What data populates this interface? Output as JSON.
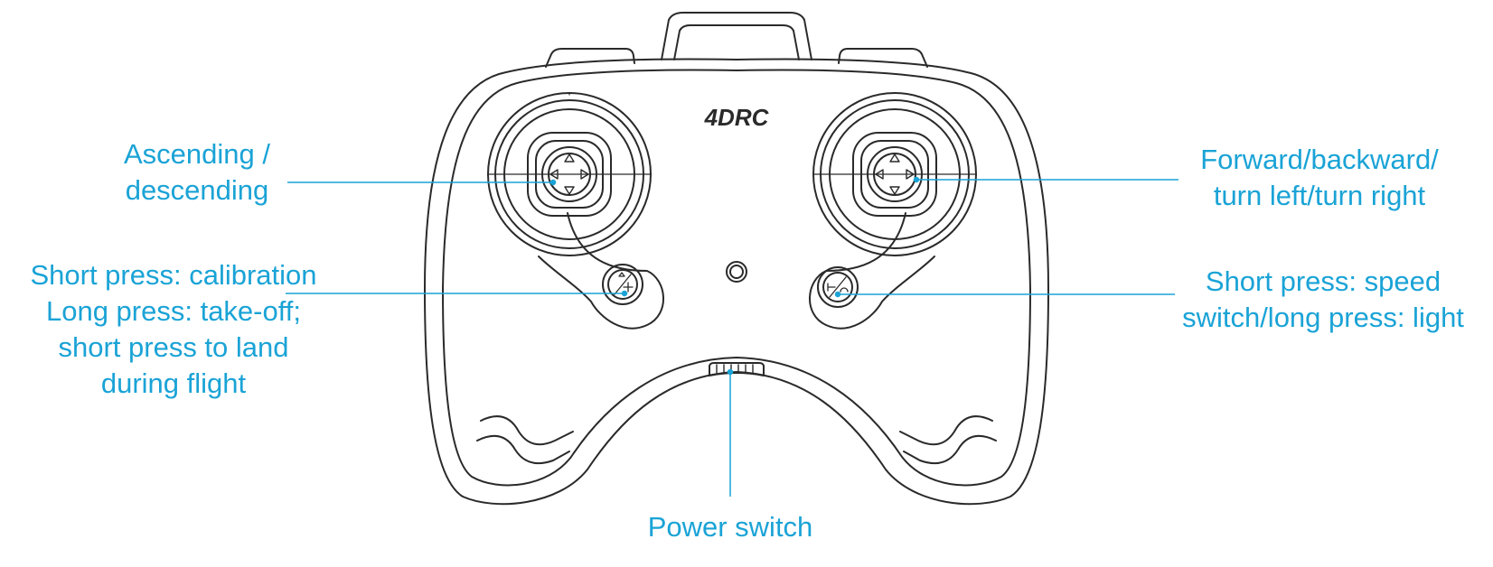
{
  "brand": "4DRC",
  "colors": {
    "accent": "#1aa3d6",
    "outline": "#2a2a2a"
  },
  "labels": {
    "left_stick": [
      "Ascending /",
      "descending"
    ],
    "right_stick": [
      "Forward/backward/",
      "turn left/turn right"
    ],
    "left_button": [
      "Short press: calibration",
      "Long press: take-off;",
      "short press to land",
      "during flight"
    ],
    "right_button": [
      "Short press: speed",
      "switch/long press: light"
    ],
    "power": [
      "Power switch"
    ]
  }
}
